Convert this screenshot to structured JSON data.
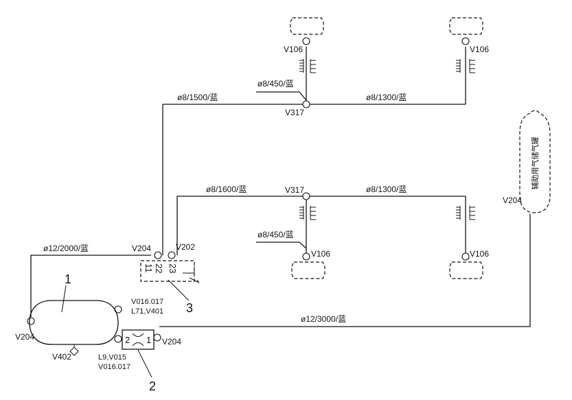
{
  "pipes": {
    "upper_main": "ø8/1500/蓝",
    "upper_right": "ø8/1300/蓝",
    "upper_branch": "ø8/450/蓝",
    "lower_main": "ø8/1600/蓝",
    "lower_right": "ø8/1300/蓝",
    "lower_branch": "ø8/450/蓝",
    "supply": "ø12/2000/蓝",
    "aux_line": "ø12/3000/蓝"
  },
  "fittings": {
    "v106_a": "V106",
    "v106_b": "V106",
    "v106_c": "V106",
    "v106_d": "V106",
    "v317_upper": "V317",
    "v317_lower": "V317",
    "v204_valve": "V204",
    "v202": "V202",
    "v204_tank": "V204",
    "v204_filter": "V204",
    "v204_aux": "V204",
    "v016_top": "V016.017",
    "l71": "L71,V401",
    "v402": "V402",
    "l9": "L9,V015",
    "v016_bottom": "V016.017"
  },
  "components": {
    "tank_number": "1",
    "filter_number": "2",
    "valve_number": "3",
    "aux_tank_label": "辅助用气储气罐",
    "filter_port_left": "2",
    "filter_port_right": "1",
    "valve_port_11": "11",
    "valve_port_22": "22",
    "valve_port_23": "23"
  }
}
